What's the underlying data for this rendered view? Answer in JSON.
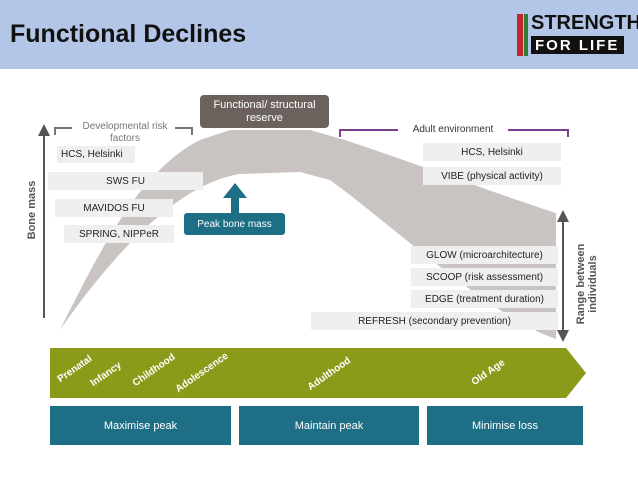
{
  "header": {
    "title": "Functional Declines",
    "logo_line1": "STRENGTH",
    "logo_line2": "FOR LIFE"
  },
  "diagram": {
    "y_axis_label": "Bone mass",
    "reserve_label": "Functional/ structural reserve",
    "peak_label": "Peak bone mass",
    "developmental_heading": "Developmental risk factors",
    "adult_heading": "Adult environment",
    "range_label": "Range between individuals",
    "developmental_studies": [
      "HCS, Helsinki",
      "SWS FU",
      "MAVIDOS FU",
      "SPRING, NIPPeR"
    ],
    "adult_studies": [
      "HCS, Helsinki",
      "VIBE (physical activity)"
    ],
    "late_studies": [
      "GLOW (microarchitecture)",
      "SCOOP (risk assessment)",
      "EDGE (treatment duration)",
      "REFRESH (secondary prevention)"
    ],
    "life_stages": [
      "Prenatal",
      "Infancy",
      "Childhood",
      "Adolescence",
      "Adulthood",
      "Old Age"
    ],
    "goals": [
      "Maximise peak",
      "Maintain peak",
      "Minimise loss"
    ]
  },
  "colors": {
    "header_bg": "#b4c6e7",
    "arrow": "#8c9a1a",
    "goal_box": "#1e6f86",
    "reserve_box": "#6b625e",
    "band": "#c9c4c2",
    "bracket": "#7b3f8c"
  }
}
